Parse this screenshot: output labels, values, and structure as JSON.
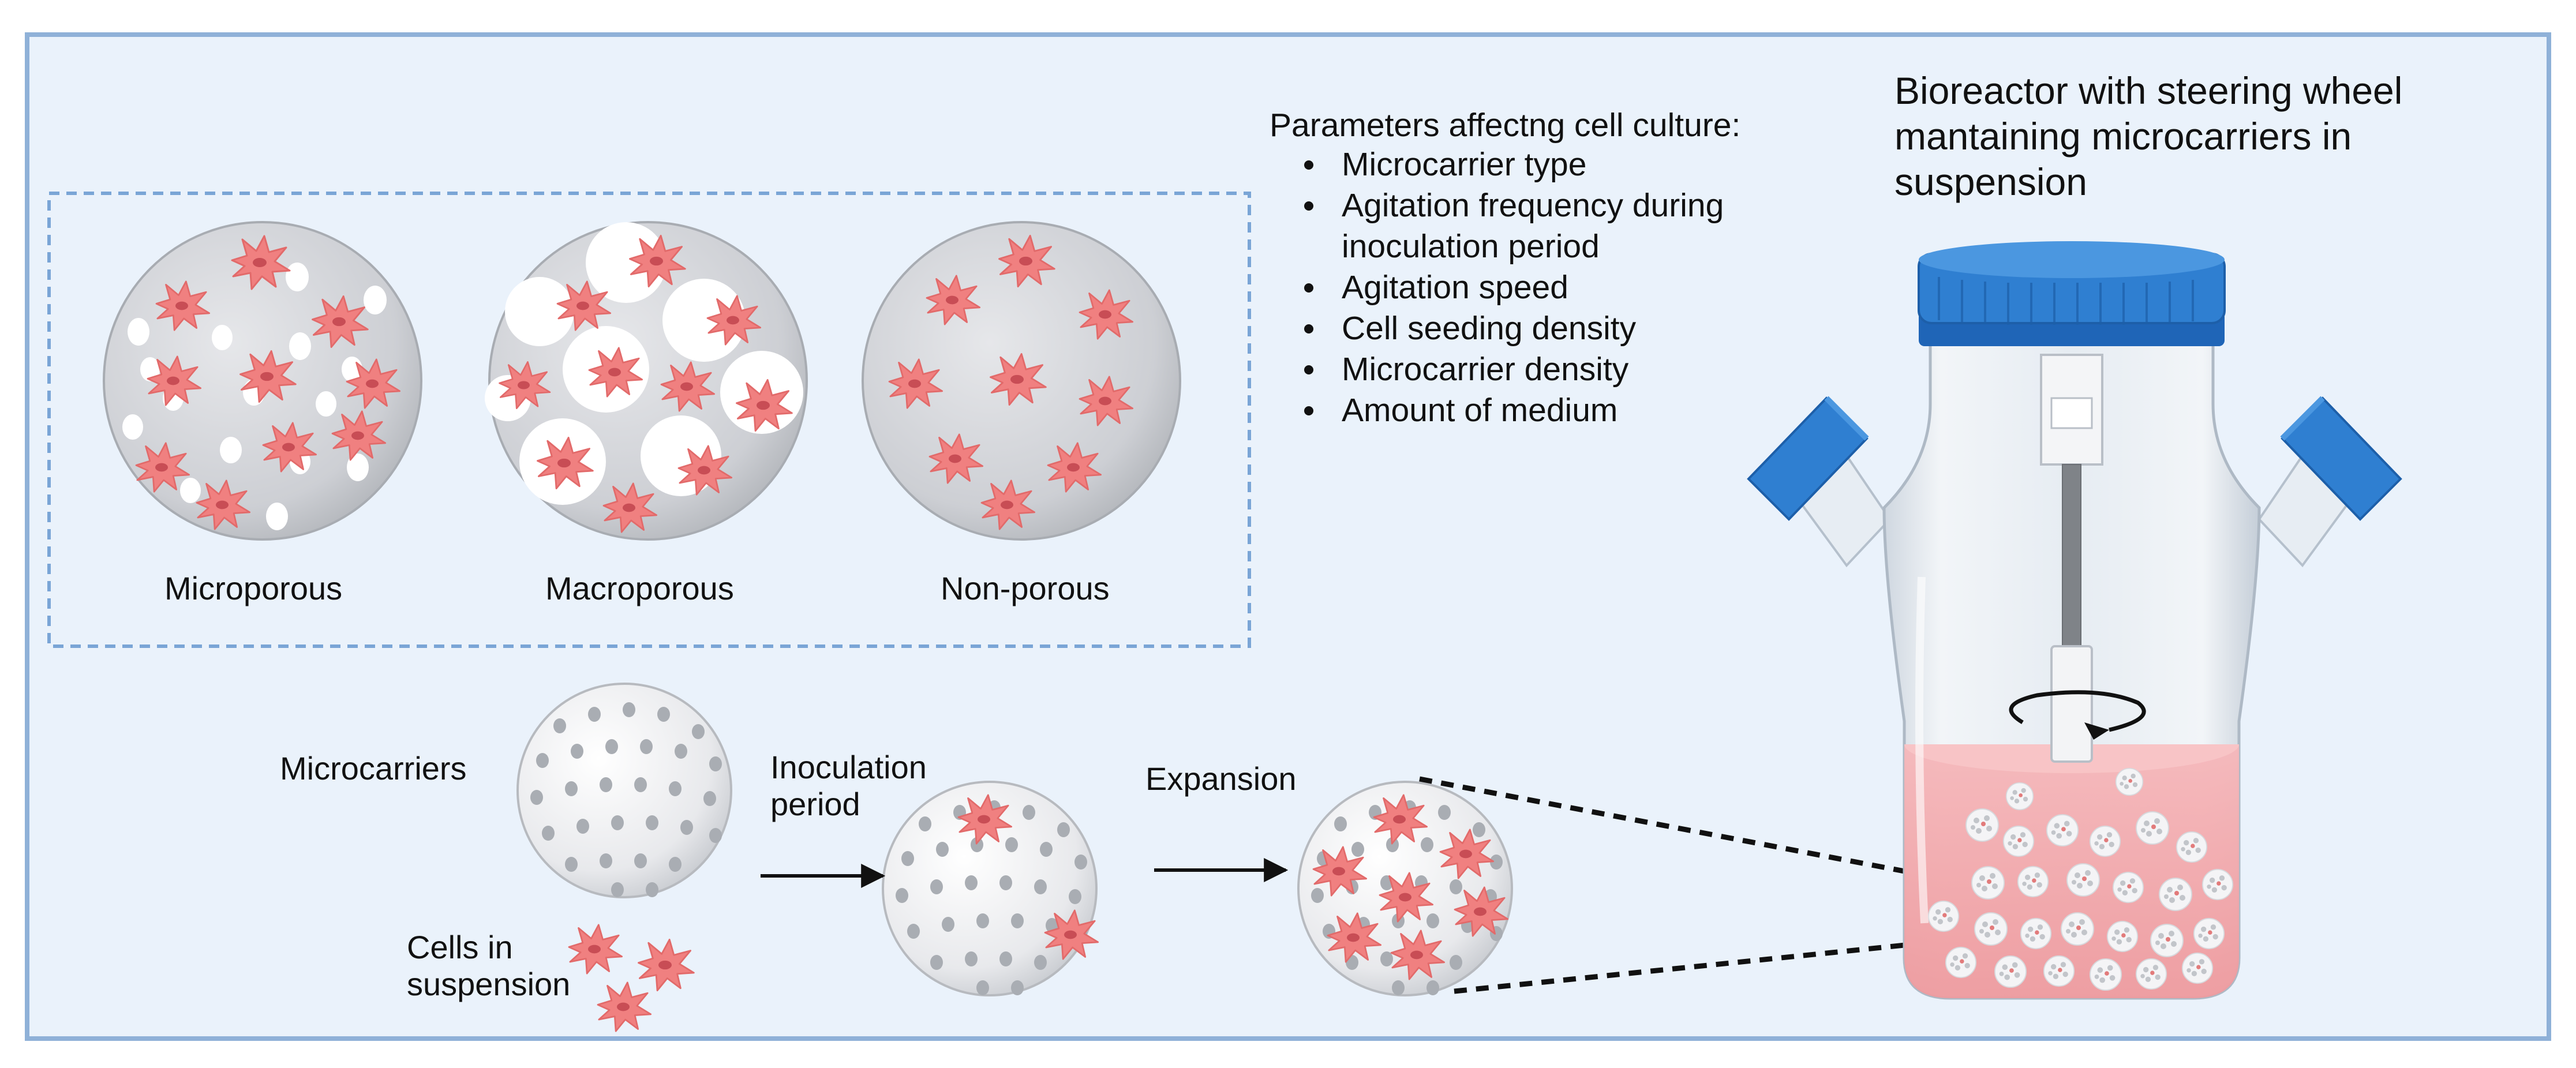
{
  "bioreactor": {
    "title": "Bioreactor with steering wheel mantaining microcarriers in suspension"
  },
  "parameters": {
    "heading": "Parameters affectng cell culture:",
    "items": [
      "Microcarrier type",
      "Agitation frequency during inoculation period",
      "Agitation speed",
      "Cell seeding density",
      "Microcarrier density",
      "Amount of medium"
    ]
  },
  "carrier_types": {
    "microporous": "Microporous",
    "macroporous": "Macroporous",
    "nonporous": "Non-porous"
  },
  "process": {
    "microcarriers": "Microcarriers",
    "cells": "Cells in suspension",
    "inoculation": "Inoculation period",
    "expansion": "Expansion"
  },
  "colors": {
    "panel_bg": "#eaf2fb",
    "panel_border": "#8fb1d8",
    "cell": "#f08080",
    "cap": "#2f7fd1",
    "medium": "#f3a8ab"
  }
}
